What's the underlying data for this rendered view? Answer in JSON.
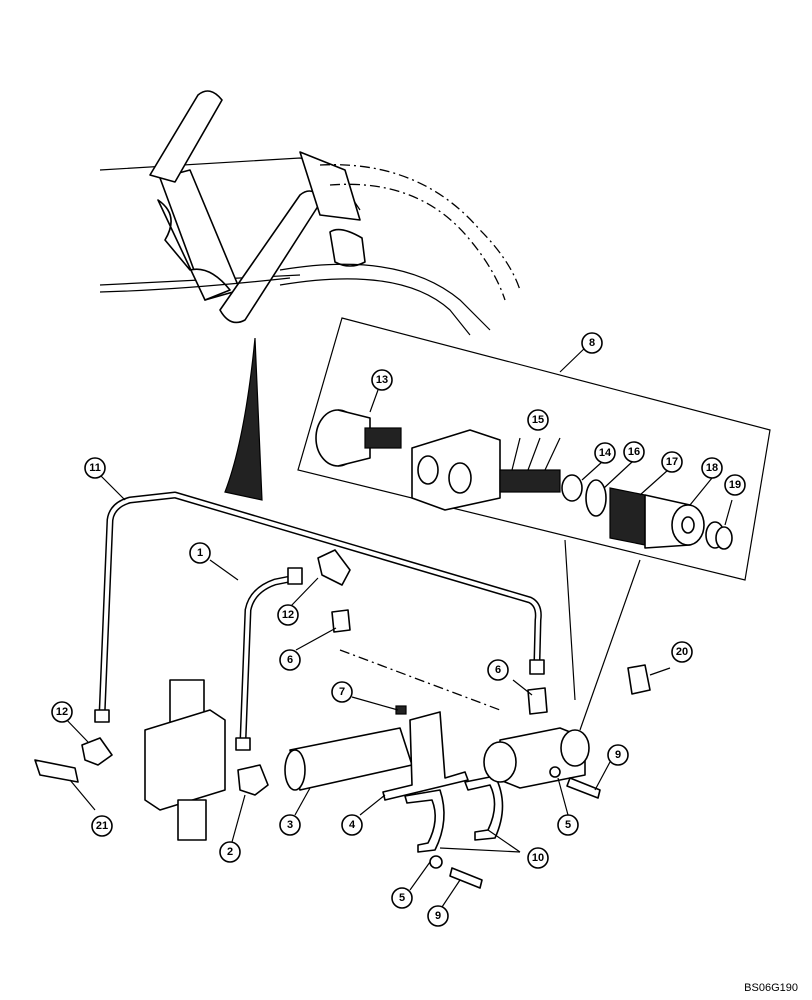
{
  "callouts": [
    "1",
    "2",
    "3",
    "4",
    "5",
    "6",
    "7",
    "8",
    "9",
    "10",
    "11",
    "12",
    "13",
    "14",
    "15",
    "16",
    "17",
    "18",
    "19",
    "20",
    "21"
  ],
  "reference_code": "BS06G190"
}
